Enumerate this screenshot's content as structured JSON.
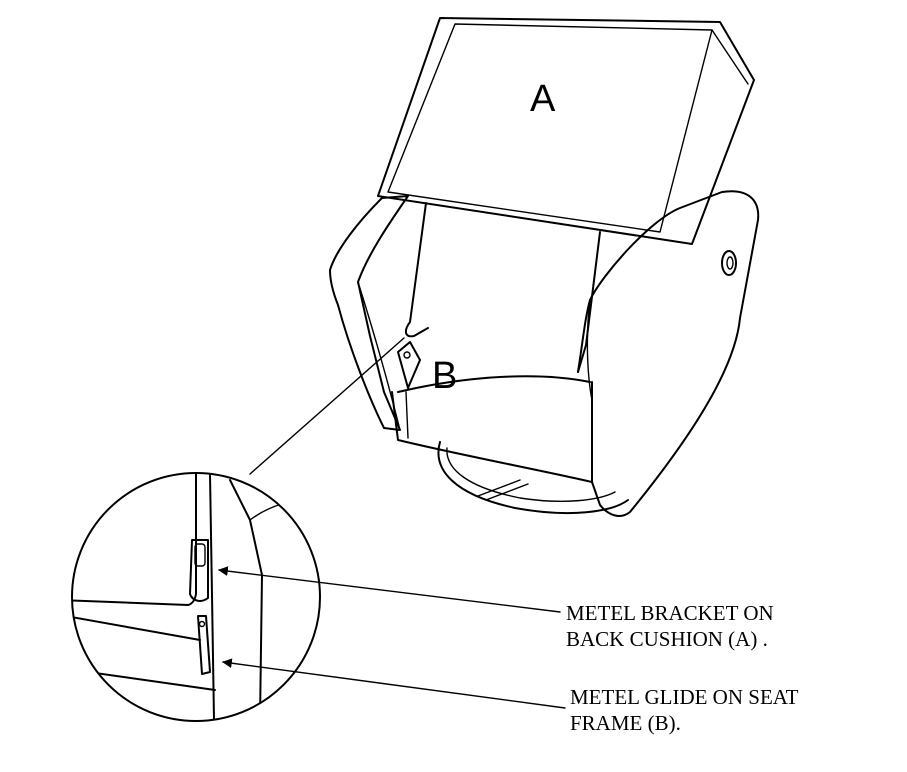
{
  "labels": {
    "part_a": "A",
    "part_b": "B"
  },
  "callouts": {
    "bracket_line1": "METEL BRACKET ON",
    "bracket_line2": "BACK CUSHION (A) .",
    "glide_line1": "METEL GLIDE ON SEAT",
    "glide_line2": "FRAME (B)."
  },
  "colors": {
    "ink": "#000000",
    "background": "#ffffff"
  }
}
